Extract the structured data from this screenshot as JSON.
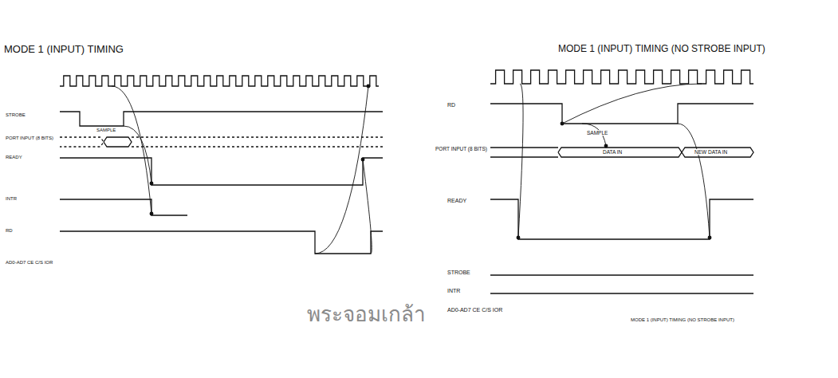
{
  "diagram": {
    "labels": [
      "MODE 1 (INPUT) TIMING",
      "MODE 1 (INPUT) TIMING (NO STROBE INPUT)",
      "STROBE",
      "PORT INPUT (8 BITS)",
      "READY",
      "INTR",
      "RD",
      "AD0-AD7 CE C/S IOR",
      "SAMPLE",
      "RD",
      "PORT INPUT (8 BITS)",
      "DATA IN",
      "NEW DATA IN",
      "SAMPLE",
      "READY",
      "STROBE",
      "INTR",
      "AD0-AD7 CE C/S IOR",
      "MODE 1 (INPUT) TIMING (NO STROBE INPUT)",
      "พระจอมเกล้า"
    ]
  }
}
